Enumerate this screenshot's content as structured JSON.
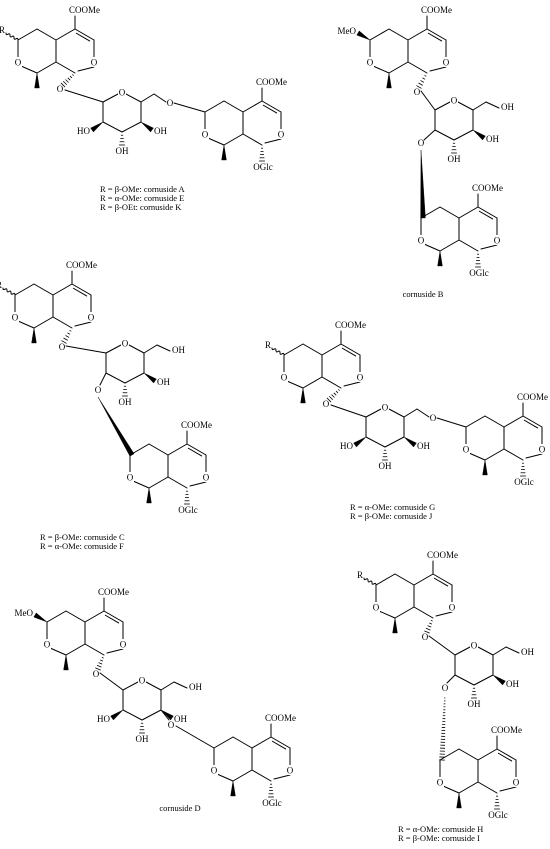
{
  "labels": {
    "COOMe": "COOMe",
    "MeO": "MeO",
    "R": "R",
    "O": "O",
    "OH": "OH",
    "HO": "HO",
    "OGlc": "OGlc"
  },
  "captions": {
    "A": [
      "R = β-OMe: cornuside A",
      "R = α-OMe: cornuside E",
      "R = β-OEt: cornuside K"
    ],
    "B": [
      "cornuside B"
    ],
    "C": [
      "R = β-OMe: cornuside C",
      "R = α-OMe: cornuside F"
    ],
    "G": [
      "R = α-OMe: cornuside G",
      "R = β-OMe: cornuside J"
    ],
    "D": [
      "cornuside D"
    ],
    "H": [
      "R = α-OMe: cornuside H",
      "R = β-OMe: cornuside I"
    ]
  }
}
